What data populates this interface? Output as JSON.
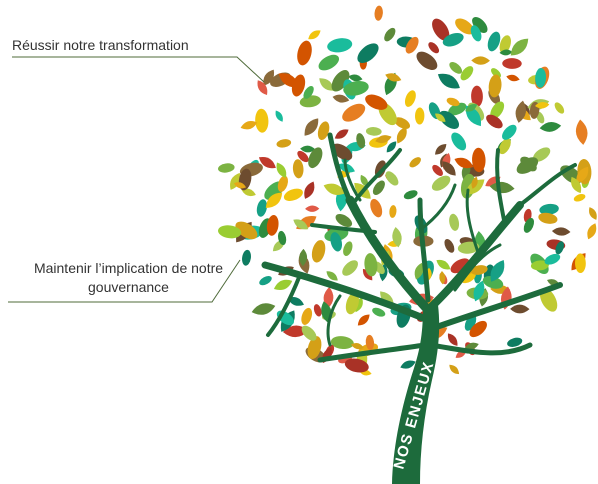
{
  "callouts": [
    {
      "text": "Réussir notre transformation"
    },
    {
      "text": "Maintenir l’implication de notre gouvernance"
    }
  ],
  "trunk_label": "NOS ENJEUX",
  "colors": {
    "trunk": "#1d6b3c",
    "callout_line": "#4f6b3a",
    "callout_text": "#333333",
    "leaves": [
      "#2e8b3e",
      "#4caf50",
      "#7cb342",
      "#a7c957",
      "#c0ca33",
      "#e6a817",
      "#d4a017",
      "#e67e22",
      "#d35400",
      "#c0392b",
      "#e05a47",
      "#6d4c2f",
      "#8a6a3a",
      "#1abc9c",
      "#16a085",
      "#0e7c61",
      "#9acd32",
      "#f1c40f",
      "#a93226",
      "#5d8a3a"
    ]
  },
  "icons": [
    "leaf-icon"
  ]
}
